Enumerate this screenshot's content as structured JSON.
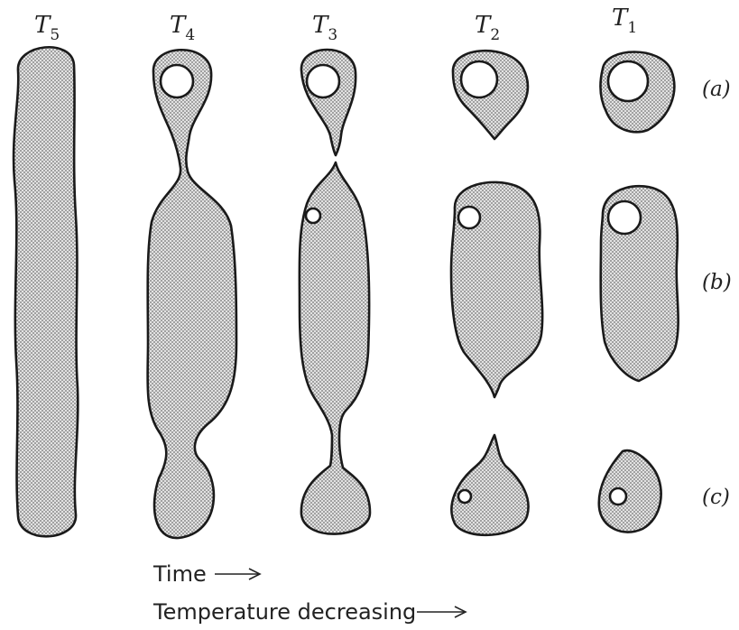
{
  "columns": [
    {
      "base": "T",
      "sub": "5"
    },
    {
      "base": "T",
      "sub": "4"
    },
    {
      "base": "T",
      "sub": "3"
    },
    {
      "base": "T",
      "sub": "2"
    },
    {
      "base": "T",
      "sub": "1"
    }
  ],
  "rows": [
    {
      "label": "(a)"
    },
    {
      "label": "(b)"
    },
    {
      "label": "(c)"
    }
  ],
  "axes": {
    "time_label": "Time",
    "temperature_label": "Temperature decreasing"
  },
  "colors": {
    "fill_dot": "#6b6b6b",
    "fill_bg": "#e2e2e2",
    "outline": "#1a1a1a"
  }
}
